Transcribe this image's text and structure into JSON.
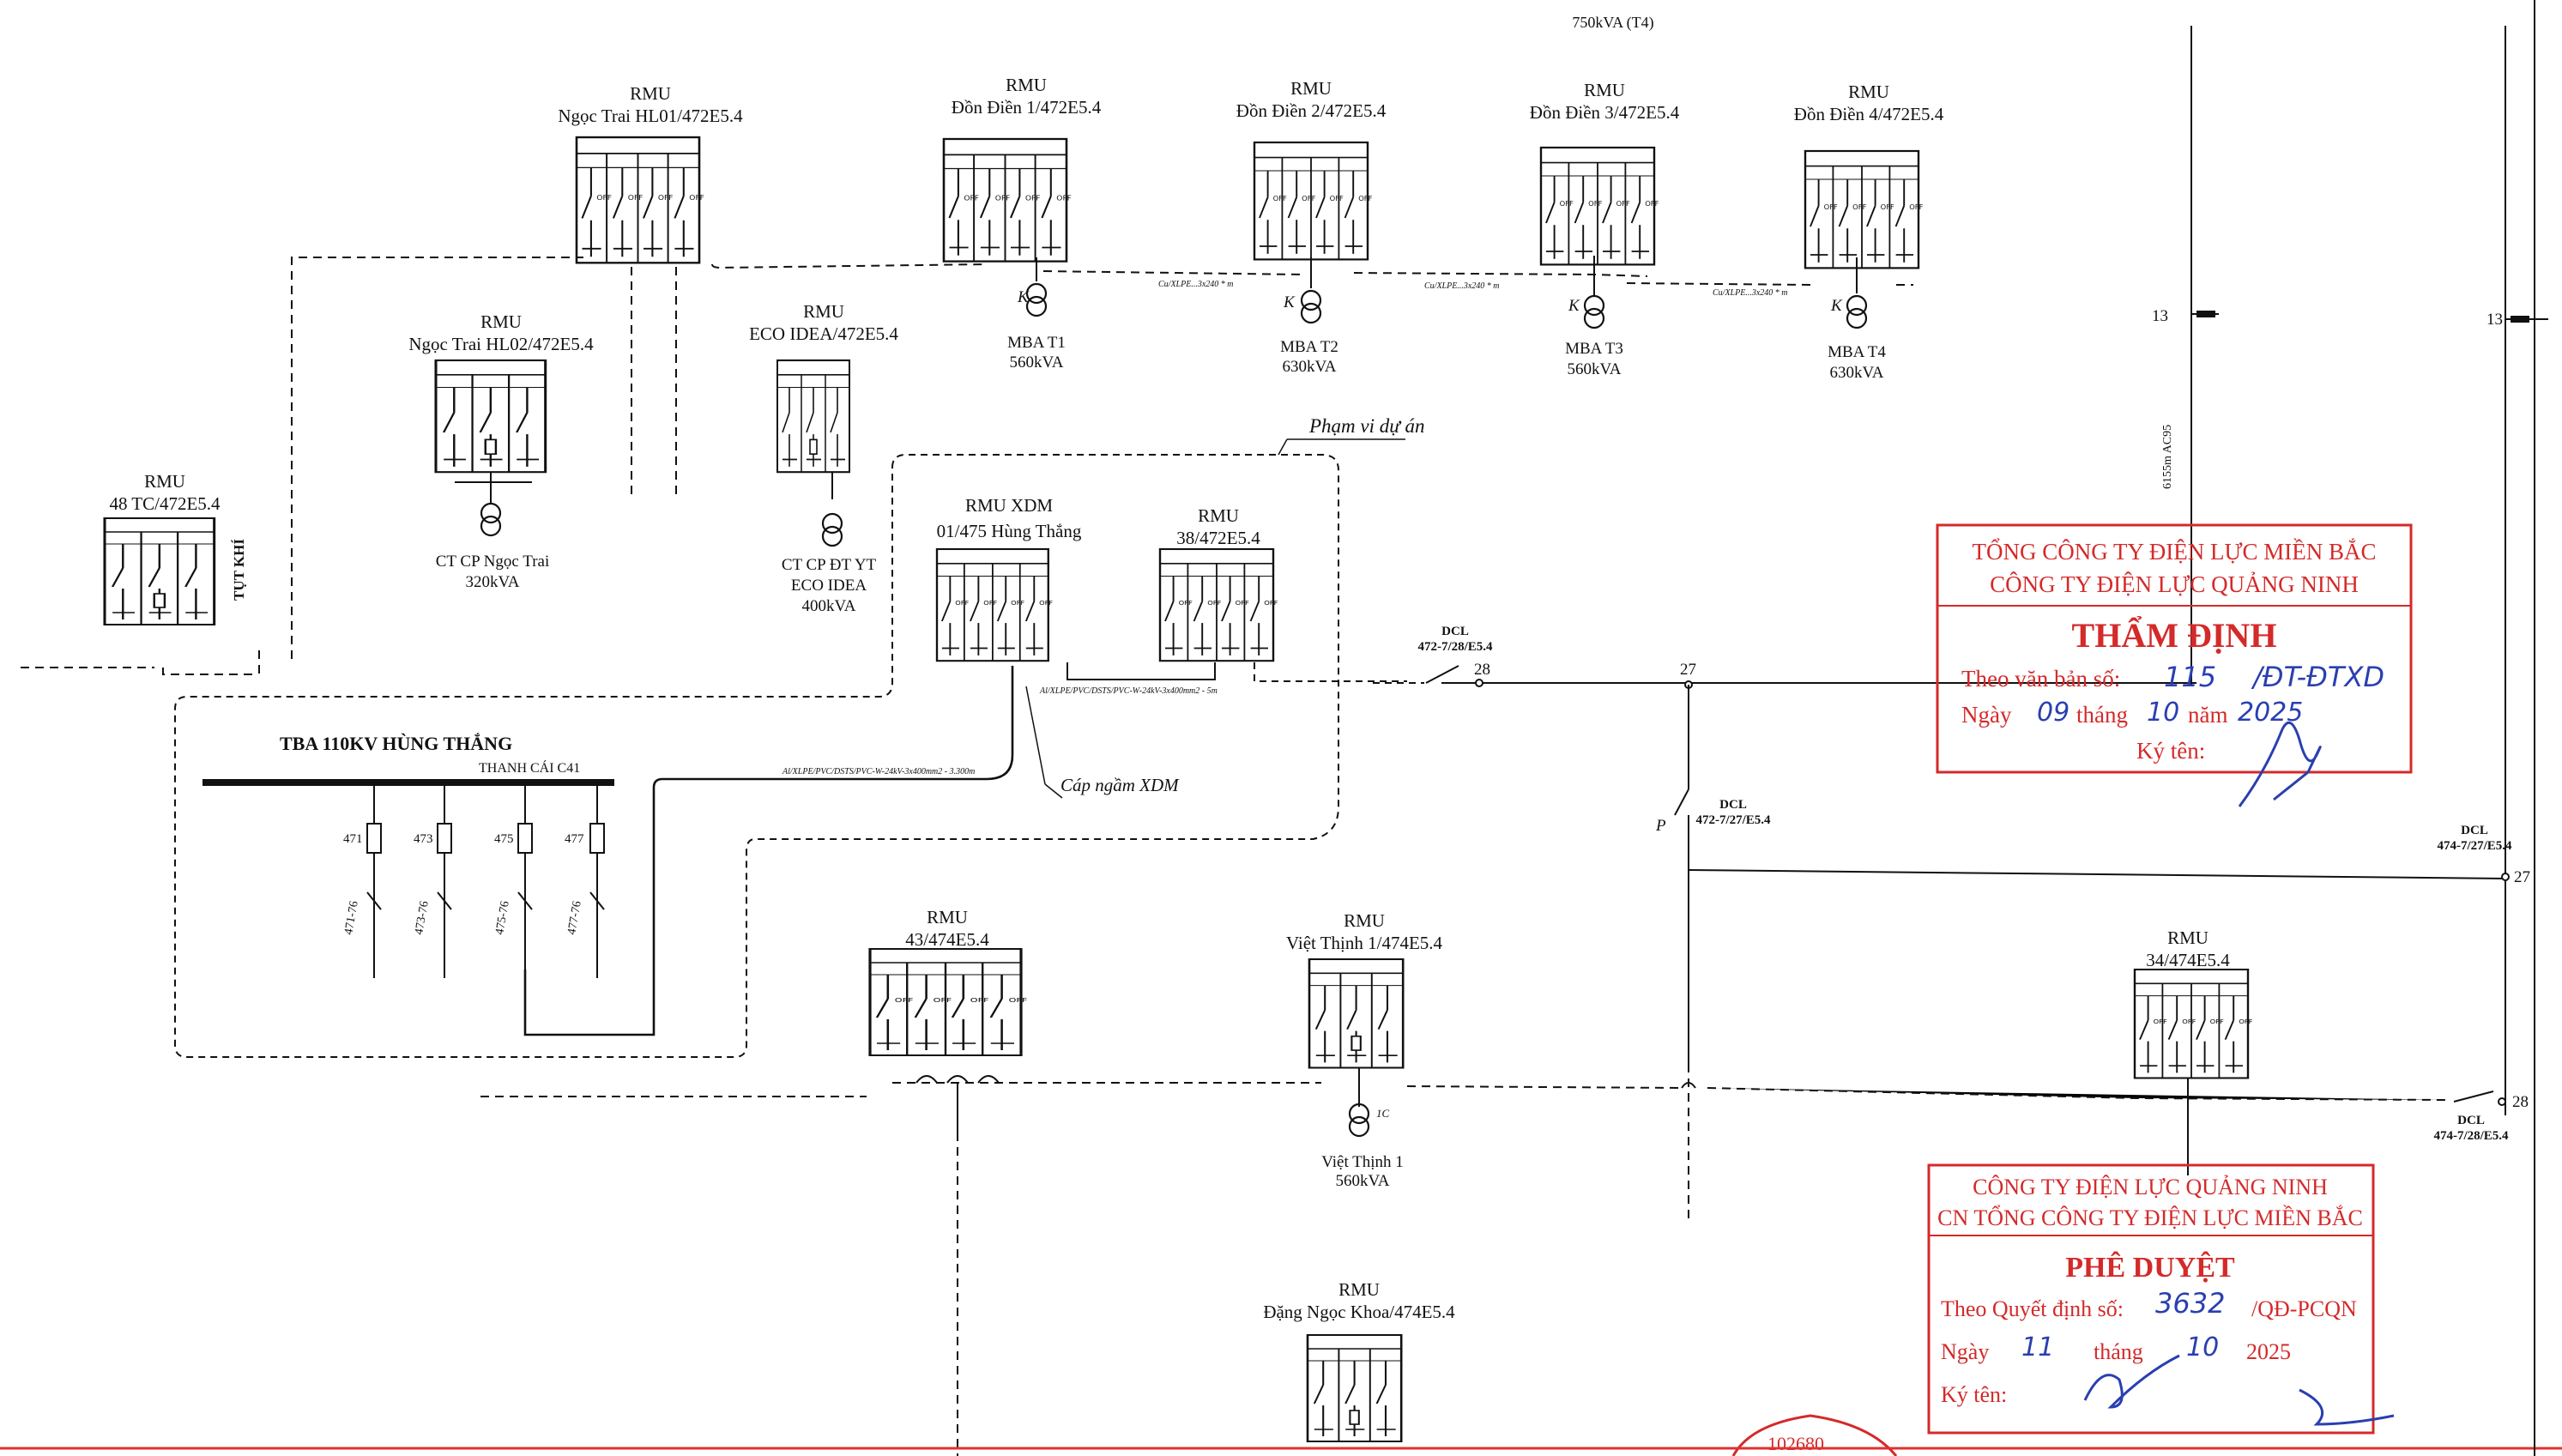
{
  "top_label": "750kVA (T4)",
  "rmus": [
    {
      "id": "ngoc-trai-hl01",
      "line1": "RMU",
      "line2": "Ngọc Trai HL01/472E5.4"
    },
    {
      "id": "don-dien-1",
      "line1": "RMU",
      "line2": "Đồn Điền 1/472E5.4"
    },
    {
      "id": "don-dien-2",
      "line1": "RMU",
      "line2": "Đồn Điền 2/472E5.4"
    },
    {
      "id": "don-dien-3",
      "line1": "RMU",
      "line2": "Đồn Điền 3/472E5.4"
    },
    {
      "id": "don-dien-4",
      "line1": "RMU",
      "line2": "Đồn Điền 4/472E5.4"
    },
    {
      "id": "ngoc-trai-hl02",
      "line1": "RMU",
      "line2": "Ngọc Trai HL02/472E5.4"
    },
    {
      "id": "eco-idea",
      "line1": "RMU",
      "line2": "ECO IDEA/472E5.4"
    },
    {
      "id": "48-tc",
      "line1": "RMU",
      "line2": "48 TC/472E5.4"
    },
    {
      "id": "rmu-xdm",
      "line1": "RMU XDM",
      "line2": "01/475 Hùng Thắng"
    },
    {
      "id": "38-472",
      "line1": "RMU",
      "line2": "38/472E5.4"
    },
    {
      "id": "43-474",
      "line1": "RMU",
      "line2": "43/474E5.4"
    },
    {
      "id": "viet-thinh-1",
      "line1": "RMU",
      "line2": "Việt Thịnh 1/474E5.4"
    },
    {
      "id": "34-474",
      "line1": "RMU",
      "line2": "34/474E5.4"
    },
    {
      "id": "dang-ngoc-khoa",
      "line1": "RMU",
      "line2": "Đặng Ngọc Khoa/474E5.4"
    }
  ],
  "transformers": [
    {
      "id": "t1",
      "line1": "MBA T1",
      "line2": "560kVA",
      "mark": "K"
    },
    {
      "id": "t2",
      "line1": "MBA T2",
      "line2": "630kVA",
      "mark": "K"
    },
    {
      "id": "t3",
      "line1": "MBA T3",
      "line2": "560kVA",
      "mark": "K"
    },
    {
      "id": "t4",
      "line1": "MBA T4",
      "line2": "630kVA",
      "mark": "K"
    },
    {
      "id": "ngoc-trai",
      "line1": "CT CP Ngọc Trai",
      "line2": "320kVA",
      "line3": ""
    },
    {
      "id": "eco",
      "line1": "CT CP ĐT YT",
      "line2": "ECO IDEA",
      "line3": "400kVA"
    },
    {
      "id": "viet-thinh",
      "line1": "Việt Thịnh 1",
      "line2": "560kVA",
      "mark": "1C"
    }
  ],
  "vertical_labels": {
    "tut_khi": "TỤT KHÍ",
    "ac95": "6155m AC95"
  },
  "cable_labels": [
    "Cu/XLPE...3x240 * m",
    "Cu/XLPE...3x240 * m",
    "Cu/XLPE...3x240 * m"
  ],
  "project_scope": "Phạm vi dự án",
  "underground_cable": "Cáp ngầm XDM",
  "cable_spec_1": "Al/XLPE/PVC/DSTS/PVC-W-24kV-3x400mm2 - 5m",
  "cable_spec_2": "Al/XLPE/PVC/DSTS/PVC-W-24kV-3x400mm2 - 3.300m",
  "substation": {
    "title": "TBA 110KV HÙNG THẮNG",
    "busbar": "THANH CÁI C41",
    "feeders": [
      "471",
      "473",
      "475",
      "477"
    ],
    "outgoing": [
      "471-76",
      "473-76",
      "475-76",
      "477-76"
    ]
  },
  "dcl": [
    {
      "id": "472-7-28",
      "line1": "DCL",
      "line2": "472-7/28/E5.4",
      "node": "28"
    },
    {
      "id": "472-7-27",
      "line1": "DCL",
      "line2": "472-7/27/E5.4",
      "mark": "P"
    },
    {
      "id": "474-7-27",
      "line1": "DCL",
      "line2": "474-7/27/E5.4",
      "node": "27"
    },
    {
      "id": "474-7-28",
      "line1": "DCL",
      "line2": "474-7/28/E5.4",
      "node": "28"
    }
  ],
  "nodes": {
    "n27": "27",
    "n13a": "13",
    "n13b": "13"
  },
  "stamp_review": {
    "line1": "TỔNG CÔNG TY ĐIỆN LỰC MIỀN BẮC",
    "line2": "CÔNG TY ĐIỆN LỰC QUẢNG NINH",
    "title": "THẨM ĐỊNH",
    "doc_prefix": "Theo văn bản số:",
    "doc_no": "115",
    "doc_suffix": "/ĐT-ĐTXD",
    "date_prefix": "Ngày",
    "day": "09",
    "month_label": "tháng",
    "month": "10",
    "year_label": "năm",
    "year": "2025",
    "sign_label": "Ký tên:"
  },
  "stamp_approval": {
    "line1": "CÔNG TY ĐIỆN LỰC QUẢNG NINH",
    "line2": "CN TỔNG CÔNG TY ĐIỆN LỰC MIỀN BẮC",
    "title": "PHÊ DUYỆT",
    "decision_prefix": "Theo Quyết định số:",
    "decision_no": "3632",
    "decision_suffix": "/QĐ-PCQN",
    "date_prefix": "Ngày",
    "day": "11",
    "month_label": "tháng",
    "month": "10",
    "year": "2025",
    "sign_label": "Ký tên:"
  },
  "seal_number": "102680",
  "colors": {
    "ink": "#111111",
    "stamp": "#d42a2a",
    "handwriting": "#2a3fb0",
    "border": "#e03030"
  }
}
